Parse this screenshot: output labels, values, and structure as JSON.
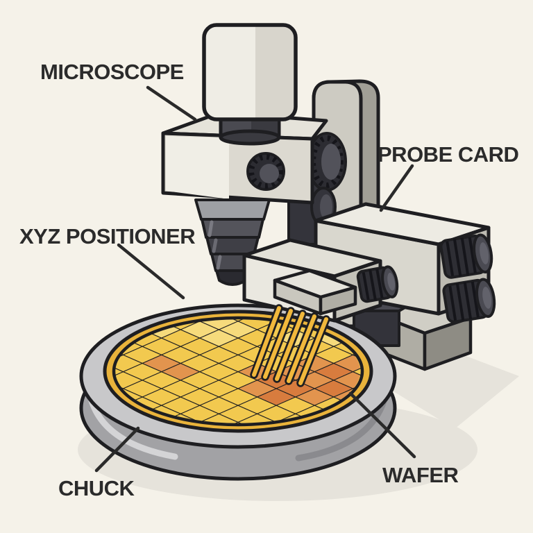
{
  "diagram": {
    "subject": "wafer-probe-station-illustration",
    "labels": {
      "microscope": "MICROSCOPE",
      "probe_card": "PROBE CARD",
      "xyz_positioner": "XYZ POSITIONER",
      "chuck": "CHUCK",
      "wafer": "WAFER"
    },
    "colors": {
      "background": "#F5F2E9",
      "outline": "#1E1E21",
      "label_text": "#2B2B2B",
      "machine_light": "#EFEDE5",
      "machine_mid": "#D4D2C9",
      "machine_side": "#B9B7AE",
      "machine_dark_metal": "#34343B",
      "column_front": "#CDCBC2",
      "column_side": "#A19F96",
      "chuck_top": "#C8C8CA",
      "chuck_side": "#A2A2A5",
      "wafer_rim_gold": "#E9B33B",
      "wafer_base_yellow": "#F2C94F",
      "wafer_die_orange": "#E2944E",
      "wafer_die_dark_orange": "#D87C3E",
      "wafer_die_light_yellow": "#F6DB7C",
      "needle_yellow": "#F1B83C",
      "floor_shadow": "#E6E3DB"
    }
  }
}
